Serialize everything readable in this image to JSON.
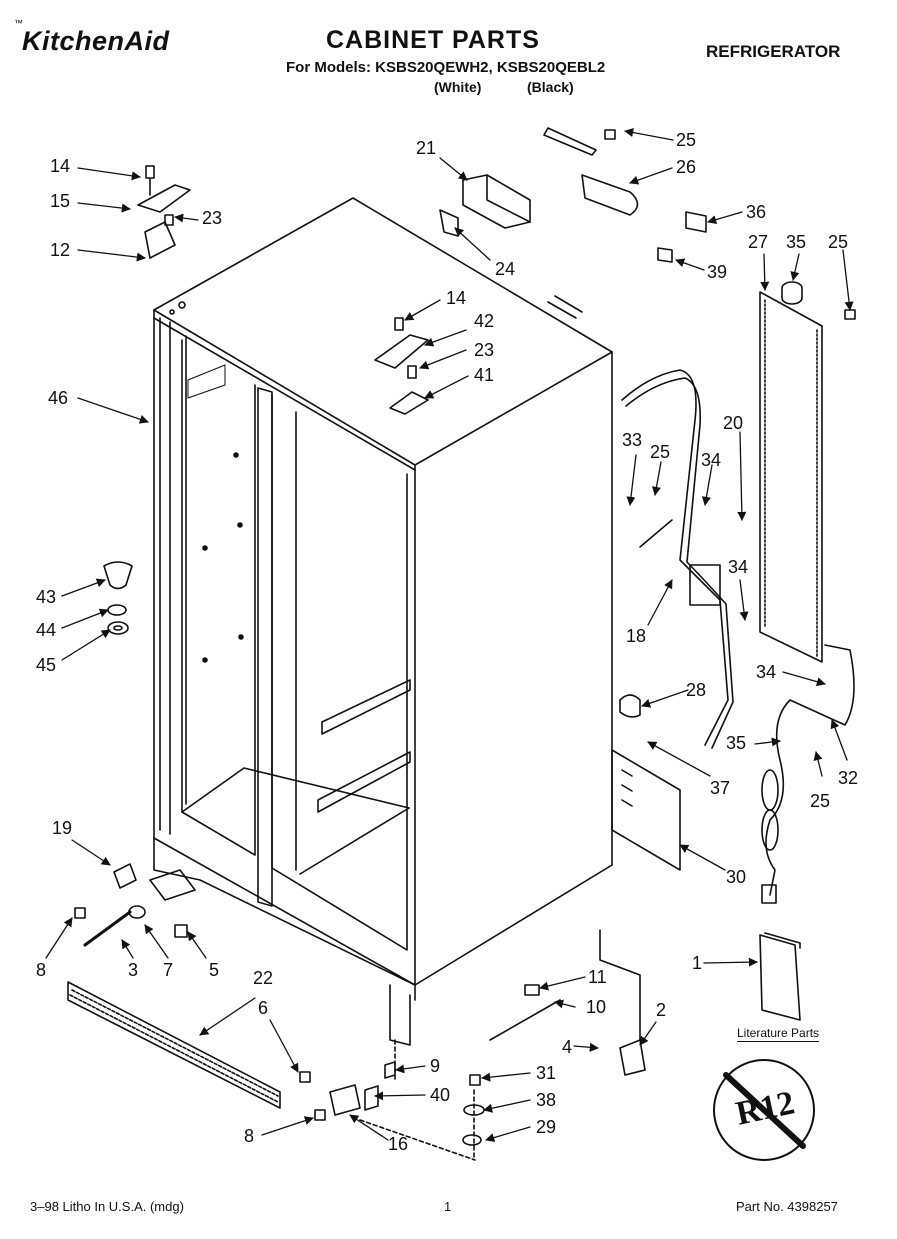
{
  "header": {
    "brand": "KitchenAid",
    "trademark_mark": "™",
    "title": "CABINET PARTS",
    "models_line": "For Models: KSBS20QEWH2, KSBS20QEBL2",
    "color_white": "(White)",
    "color_black": "(Black)",
    "category": "REFRIGERATOR"
  },
  "diagram": {
    "literature_label": "Literature Parts",
    "seal_text": "R12",
    "callouts": [
      "14",
      "15",
      "23",
      "12",
      "46",
      "21",
      "24",
      "25",
      "26",
      "36",
      "27",
      "35",
      "25",
      "39",
      "14",
      "42",
      "23",
      "41",
      "33",
      "25",
      "34",
      "20",
      "34",
      "18",
      "34",
      "28",
      "35",
      "32",
      "25",
      "37",
      "30",
      "43",
      "44",
      "45",
      "19",
      "8",
      "3",
      "7",
      "5",
      "22",
      "6",
      "11",
      "10",
      "2",
      "4",
      "1",
      "9",
      "31",
      "40",
      "38",
      "8",
      "16",
      "29"
    ]
  },
  "footer": {
    "left": "3–98 Litho In U.S.A. (mdg)",
    "center": "1",
    "right": "Part No. 4398257"
  }
}
